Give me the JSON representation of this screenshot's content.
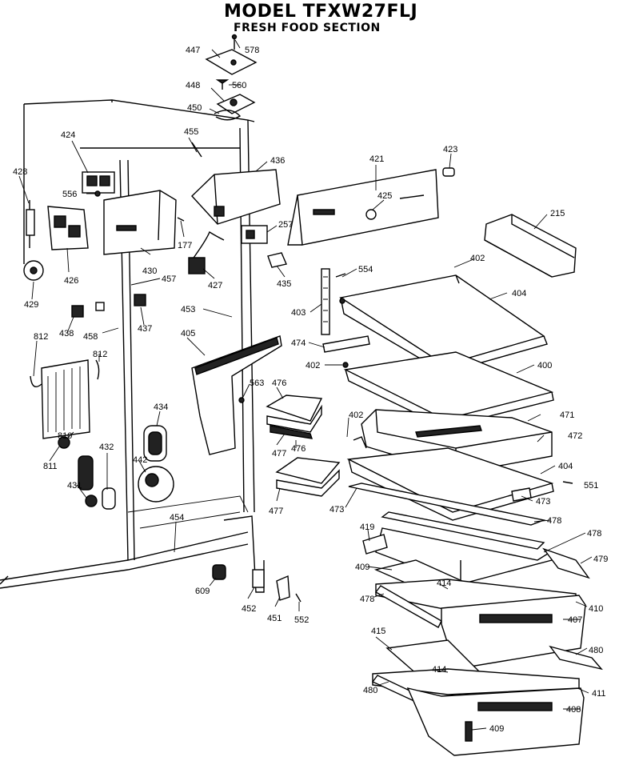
{
  "header": {
    "title": "MODEL TFXW27FLJ",
    "subtitle": "FRESH FOOD SECTION"
  },
  "parts": {
    "p447": "447",
    "p578": "578",
    "p448": "448",
    "p560": "560",
    "p450": "450",
    "p455": "455",
    "p436": "436",
    "p421": "421",
    "p423": "423",
    "p424": "424",
    "p428": "428",
    "p556": "556",
    "p425": "425",
    "p257": "257",
    "p215": "215",
    "p177": "177",
    "p430": "430",
    "p426": "426",
    "p427": "427",
    "p435": "435",
    "p554": "554",
    "p402a": "402",
    "p404a": "404",
    "p429": "429",
    "p457": "457",
    "p403": "403",
    "p453": "453",
    "p438": "438",
    "p437": "437",
    "p458": "458",
    "p812a": "812",
    "p812b": "812",
    "p405": "405",
    "p474": "474",
    "p402b": "402",
    "p400": "400",
    "p563": "563",
    "p476a": "476",
    "p434": "434",
    "p402c": "402",
    "p471": "471",
    "p810": "810",
    "p477a": "477",
    "p476b": "476",
    "p472": "472",
    "p811": "811",
    "p432": "432",
    "p442": "442",
    "p404b": "404",
    "p551": "551",
    "p431": "431",
    "p473a": "473",
    "p477b": "477",
    "p473b": "473",
    "p454": "454",
    "p419": "419",
    "p478a": "478",
    "p478b": "478",
    "p479": "479",
    "p409a": "409",
    "p609": "609",
    "p414a": "414",
    "p478c": "478",
    "p452": "452",
    "p451": "451",
    "p552": "552",
    "p410": "410",
    "p407": "407",
    "p415": "415",
    "p480a": "480",
    "p414b": "414",
    "p480b": "480",
    "p411": "411",
    "p408": "408",
    "p409b": "409"
  }
}
